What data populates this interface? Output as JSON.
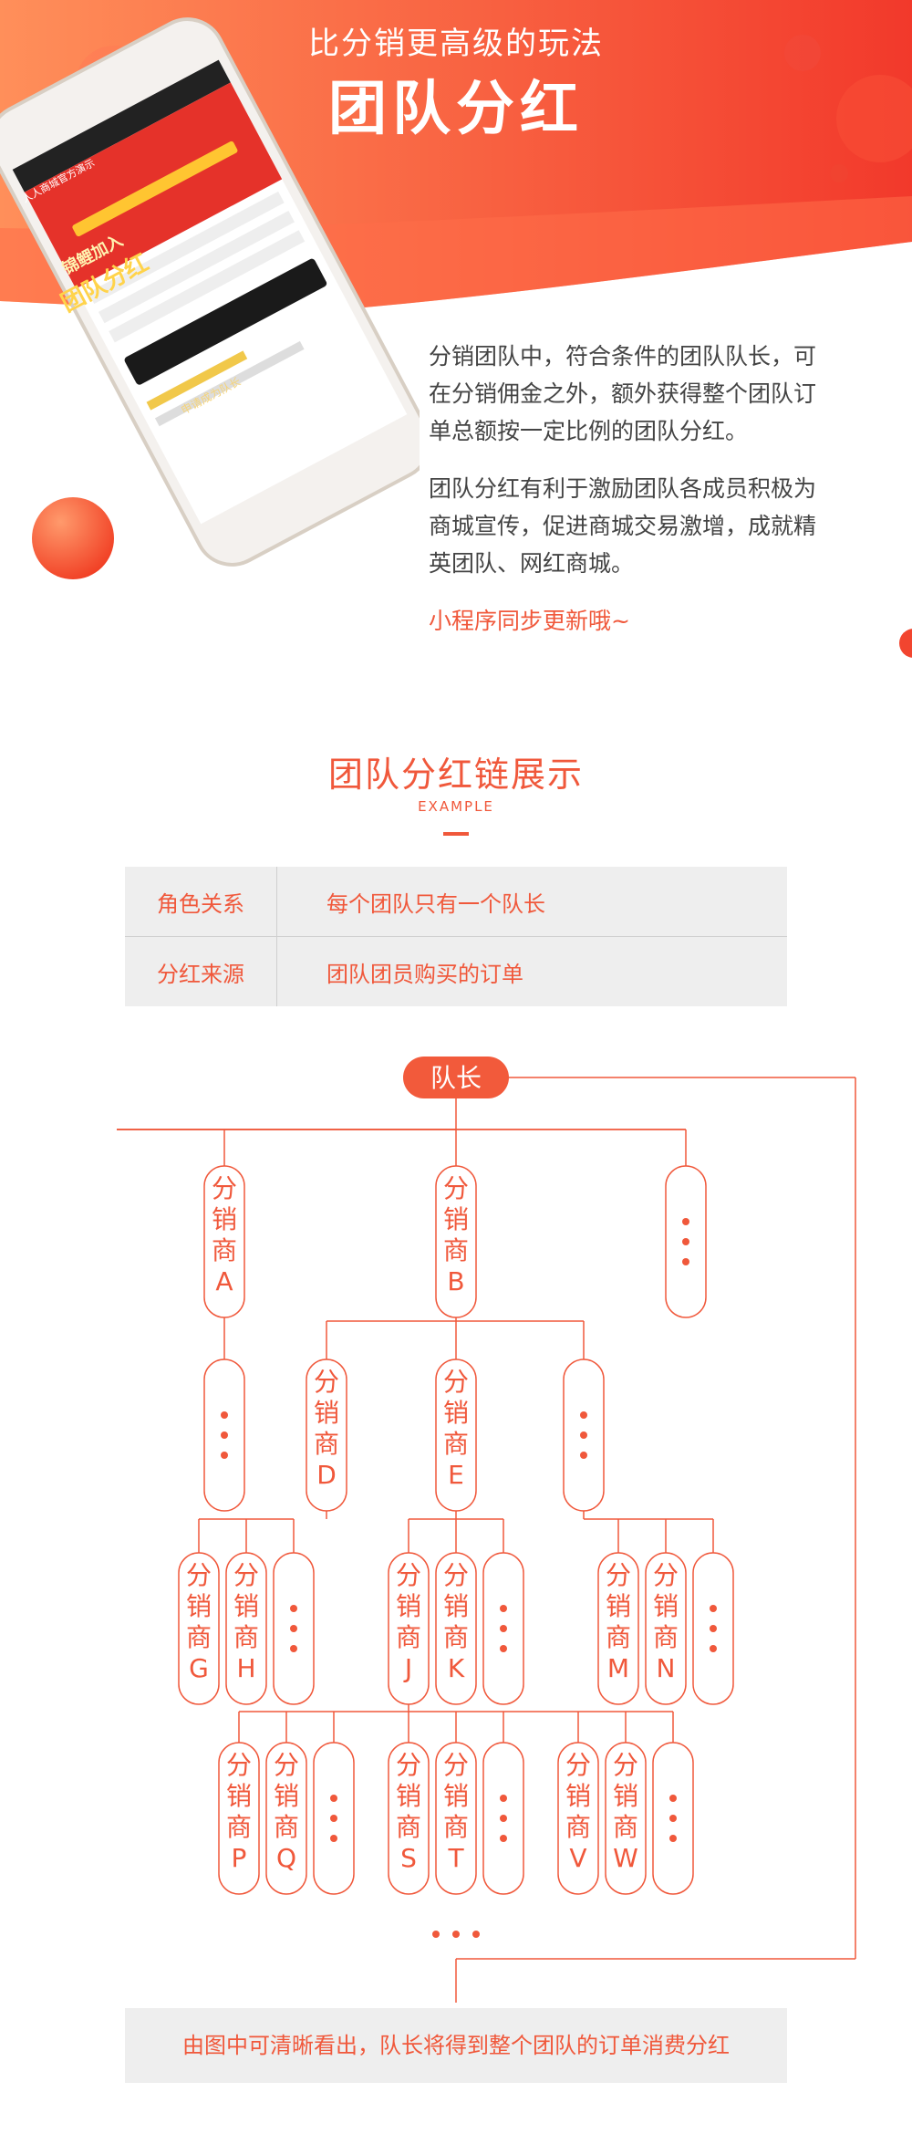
{
  "hero": {
    "subtitle": "比分销更高级的玩法",
    "title": "团队分红"
  },
  "phone": {
    "header_title": "人人商城官方演示",
    "banner_line1": "锦鲤加入",
    "banner_line2": "团队分红",
    "button_label": "申请成为队长"
  },
  "description": {
    "paragraph1": "分销团队中，符合条件的团队队长，可在分销佣金之外，额外获得整个团队订单总额按一定比例的团队分红。",
    "paragraph2": "团队分红有利于激励团队各成员积极为商城宣传，促进商城交易激增，成就精英团队、网红商城。",
    "note": "小程序同步更新哦~"
  },
  "section": {
    "title": "团队分红链展示",
    "subtitle": "EXAMPLE"
  },
  "info_table": [
    {
      "label": "角色关系",
      "value": "每个团队只有一个队长"
    },
    {
      "label": "分红来源",
      "value": "团队团员购买的订单"
    }
  ],
  "tree": {
    "leader": "队长",
    "level1": [
      "分销商A",
      "分销商B"
    ],
    "level2": [
      "分销商D",
      "分销商E"
    ],
    "level3": [
      "分销商G",
      "分销商H",
      "分销商J",
      "分销商K",
      "分销商M",
      "分销商N"
    ],
    "level4": [
      "分销商P",
      "分销商Q",
      "分销商S",
      "分销商T",
      "分销商V",
      "分销商W"
    ]
  },
  "footer": "由图中可清晰看出，队长将得到整个团队的订单消费分红",
  "colors": {
    "accent": "#f0583b",
    "hero_start": "#ff7a4a",
    "hero_end": "#f23a2c",
    "panel": "#eeeeee"
  }
}
